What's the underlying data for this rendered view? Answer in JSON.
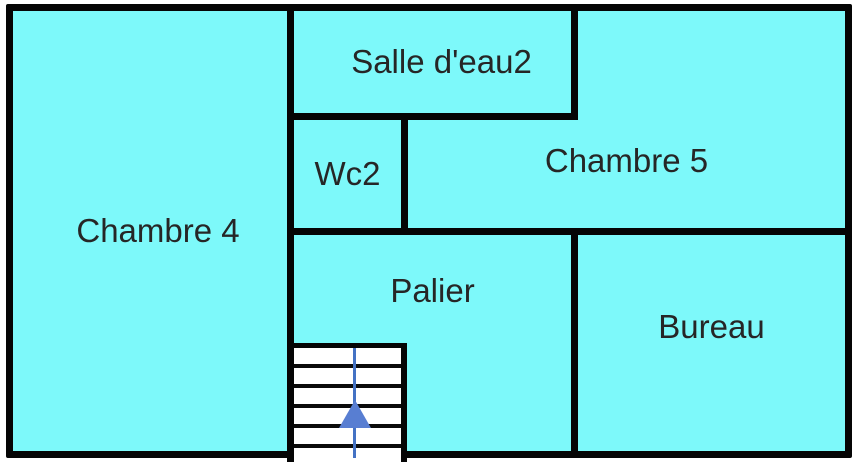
{
  "floorplan": {
    "type": "floor-plan",
    "rooms": [
      {
        "id": "chambre4",
        "label": "Chambre 4"
      },
      {
        "id": "salledeau2",
        "label": "Salle d'eau2"
      },
      {
        "id": "wc2",
        "label": "Wc2"
      },
      {
        "id": "chambre5",
        "label": "Chambre 5"
      },
      {
        "id": "palier",
        "label": "Palier"
      },
      {
        "id": "bureau",
        "label": "Bureau"
      }
    ],
    "stairs": {
      "location": "palier",
      "direction": "up",
      "arrow_icon": "up-arrow"
    },
    "colors": {
      "room_fill": "#7DF9FA",
      "wall": "#050505",
      "label_text": "#262626",
      "stair_fill": "#FFFFFF",
      "stair_arrow": "#4472C4",
      "background": "#FFFFFF"
    }
  }
}
